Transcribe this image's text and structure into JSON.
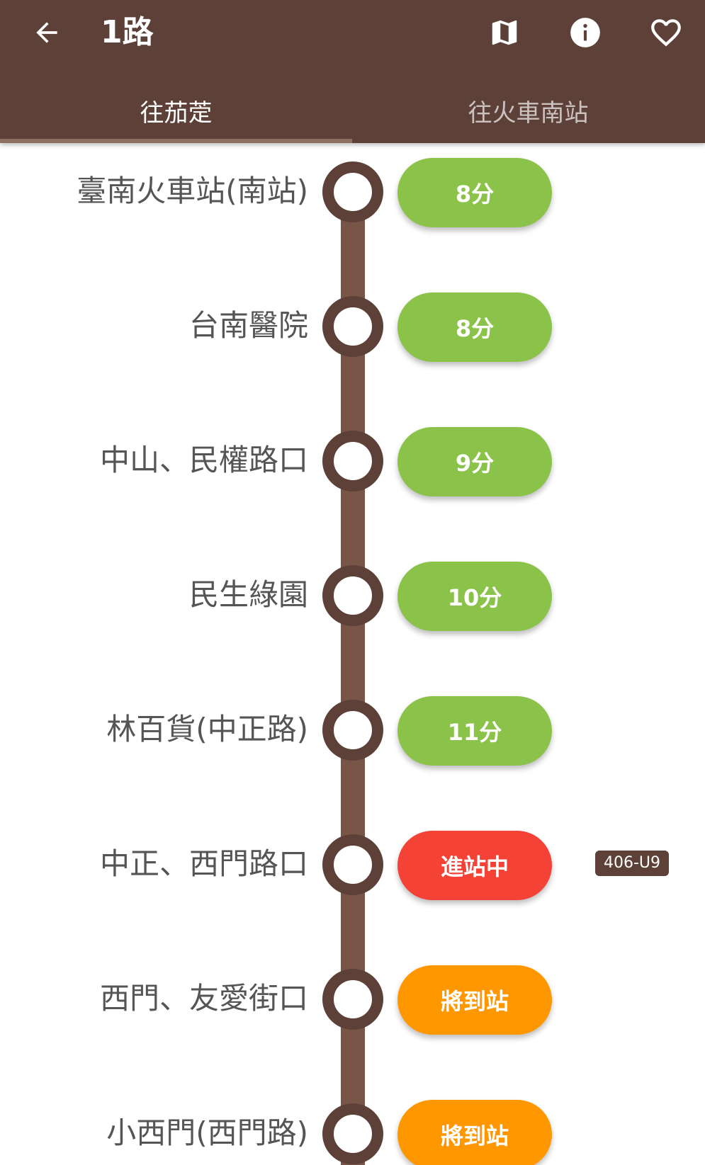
{
  "header": {
    "title": "1路",
    "back_icon": "arrow-back-icon",
    "actions": [
      {
        "name": "map-icon"
      },
      {
        "name": "info-icon"
      },
      {
        "name": "heart-icon"
      }
    ]
  },
  "tabs": [
    {
      "label": "往茄萣",
      "active": true
    },
    {
      "label": "往火車南站",
      "active": false
    }
  ],
  "colors": {
    "primary": "#5D4037",
    "line": "#795548",
    "eta_green": "#8BC34A",
    "eta_red": "#F44336",
    "eta_orange": "#FF9800"
  },
  "stops": [
    {
      "name": "臺南火車站(南站)",
      "eta": "8分",
      "status": "green"
    },
    {
      "name": "台南醫院",
      "eta": "8分",
      "status": "green"
    },
    {
      "name": "中山、民權路口",
      "eta": "9分",
      "status": "green"
    },
    {
      "name": "民生綠園",
      "eta": "10分",
      "status": "green"
    },
    {
      "name": "林百貨(中正路)",
      "eta": "11分",
      "status": "green"
    },
    {
      "name": "中正、西門路口",
      "eta": "進站中",
      "status": "red",
      "plate": "406-U9"
    },
    {
      "name": "西門、友愛街口",
      "eta": "將到站",
      "status": "orange"
    },
    {
      "name": "小西門(西門路)",
      "eta": "將到站",
      "status": "orange"
    }
  ]
}
